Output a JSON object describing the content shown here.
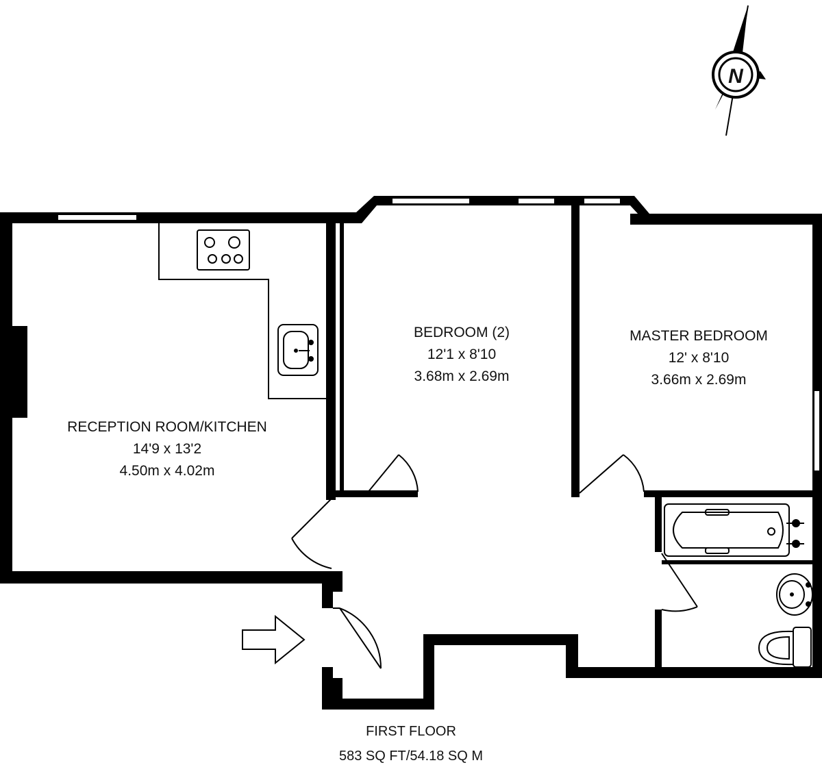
{
  "compass": {
    "north_label": "N",
    "icon": "north-compass-icon"
  },
  "rooms": {
    "reception": {
      "name": "RECEPTION ROOM/KITCHEN",
      "imperial": "14'9 x 13'2",
      "metric": "4.50m x 4.02m"
    },
    "bedroom2": {
      "name": "BEDROOM (2)",
      "imperial": "12'1 x 8'10",
      "metric": "3.68m x 2.69m"
    },
    "master": {
      "name": "MASTER BEDROOM",
      "imperial": "12' x 8'10",
      "metric": "3.66m x 2.69m"
    }
  },
  "floor": {
    "name": "FIRST FLOOR",
    "area": "583 SQ FT/54.18 SQ M"
  },
  "entrance": {
    "icon": "entrance-arrow-icon"
  },
  "colors": {
    "wall": "#000000",
    "background": "#ffffff"
  }
}
